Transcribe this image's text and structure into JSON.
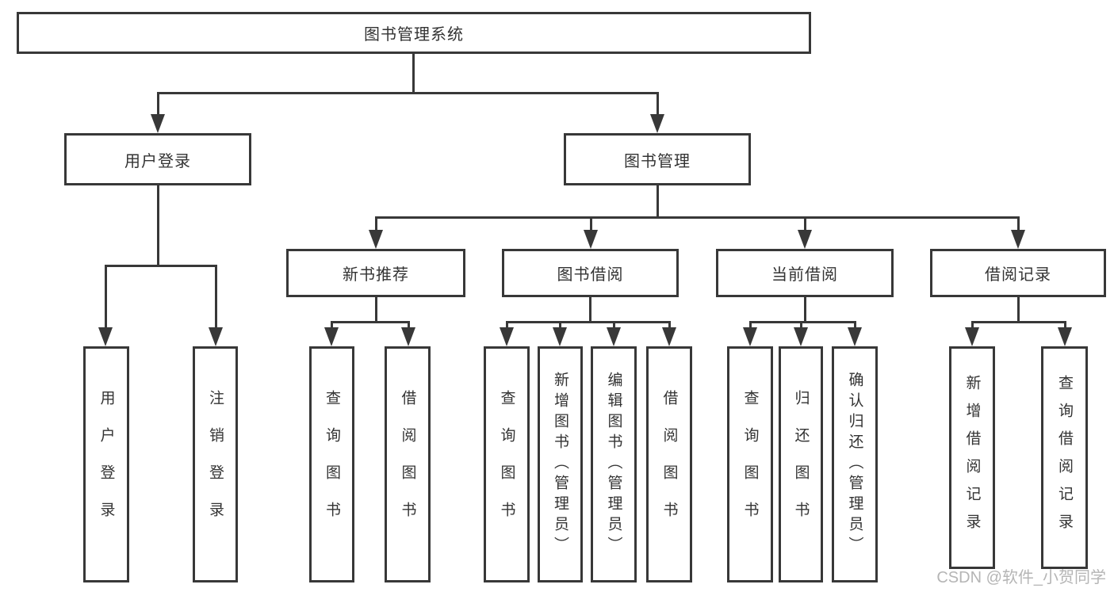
{
  "diagram": {
    "root": {
      "label": "图书管理系统"
    },
    "level2": [
      {
        "label": "用户登录"
      },
      {
        "label": "图书管理"
      }
    ],
    "level3": [
      {
        "label": "新书推荐"
      },
      {
        "label": "图书借阅"
      },
      {
        "label": "当前借阅"
      },
      {
        "label": "借阅记录"
      }
    ],
    "leaves": [
      {
        "label": "用户登录"
      },
      {
        "label": "注销登录"
      },
      {
        "label": "查询图书"
      },
      {
        "label": "借阅图书"
      },
      {
        "label": "查询图书"
      },
      {
        "label": "新增图书（管理员）"
      },
      {
        "label": "编辑图书（管理员）"
      },
      {
        "label": "借阅图书"
      },
      {
        "label": "查询图书"
      },
      {
        "label": "归还图书"
      },
      {
        "label": "确认归还（管理员）"
      },
      {
        "label": "新增借阅记录"
      },
      {
        "label": "查询借阅记录"
      }
    ]
  },
  "watermark": {
    "text": "CSDN @软件_小贺同学"
  },
  "colors": {
    "line": "#383838",
    "text": "#333333",
    "background": "#ffffff",
    "watermark": "#b5b5b5"
  }
}
